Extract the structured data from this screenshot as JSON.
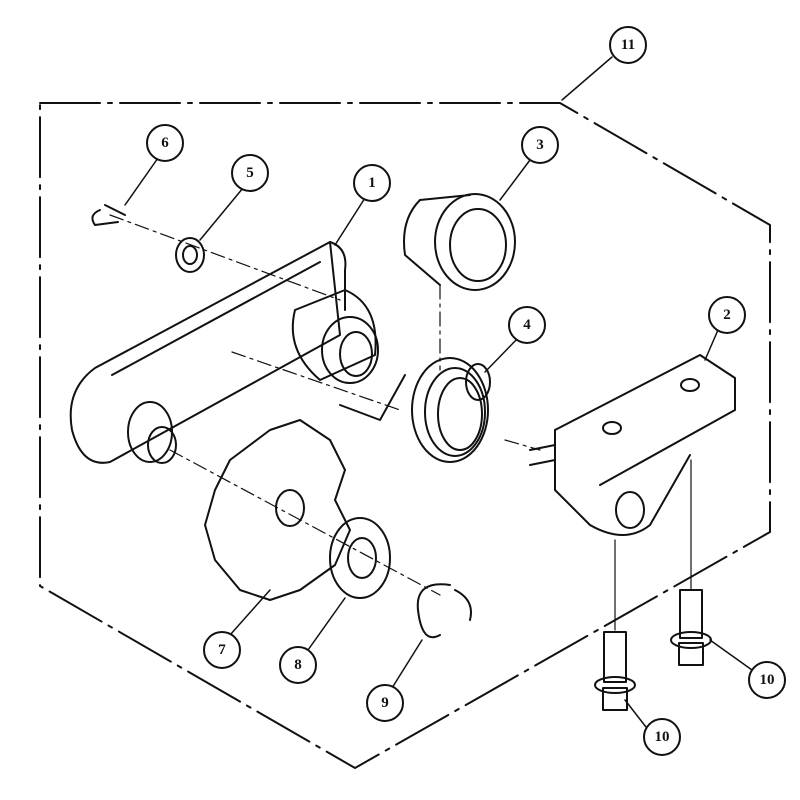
{
  "title": "Exploded parts diagram",
  "callouts": [
    {
      "id": "11",
      "label": "11"
    },
    {
      "id": "6",
      "label": "6"
    },
    {
      "id": "5",
      "label": "5"
    },
    {
      "id": "1",
      "label": "1"
    },
    {
      "id": "3",
      "label": "3"
    },
    {
      "id": "4",
      "label": "4"
    },
    {
      "id": "2",
      "label": "2"
    },
    {
      "id": "7",
      "label": "7"
    },
    {
      "id": "8",
      "label": "8"
    },
    {
      "id": "9",
      "label": "9"
    },
    {
      "id": "10a",
      "label": "10"
    },
    {
      "id": "10b",
      "label": "10"
    }
  ],
  "colors": {
    "ink": "#111111",
    "background": "#ffffff"
  }
}
